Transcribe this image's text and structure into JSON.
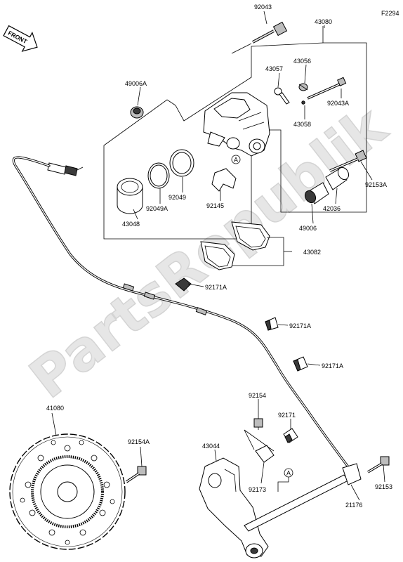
{
  "figure_code": "F2294",
  "front_badge": "FRONT",
  "watermark": "PartsRepublik",
  "callout_ref": "A",
  "parts": {
    "p92043": "92043",
    "p43080": "43080",
    "p49006A": "49006A",
    "p43057": "43057",
    "p43056": "43056",
    "p92043A": "92043A",
    "p43058": "43058",
    "p92049": "92049",
    "p92049A": "92049A",
    "p43048": "43048",
    "p92145": "92145",
    "p92153A": "92153A",
    "p42036": "42036",
    "p49006": "49006",
    "p43082": "43082",
    "p92171A_1": "92171A",
    "p92171A_2": "92171A",
    "p92171A_3": "92171A",
    "p41080": "41080",
    "p92154A": "92154A",
    "p92154": "92154",
    "p92171": "92171",
    "p43044": "43044",
    "p92173": "92173",
    "p92153": "92153",
    "p21176": "21176"
  }
}
